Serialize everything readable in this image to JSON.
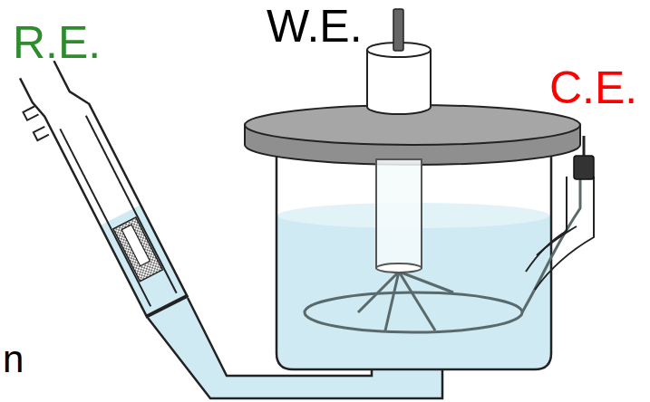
{
  "diagram": {
    "labels": [
      "R.E.",
      "W.E.",
      "C.E.",
      "n"
    ]
  }
}
